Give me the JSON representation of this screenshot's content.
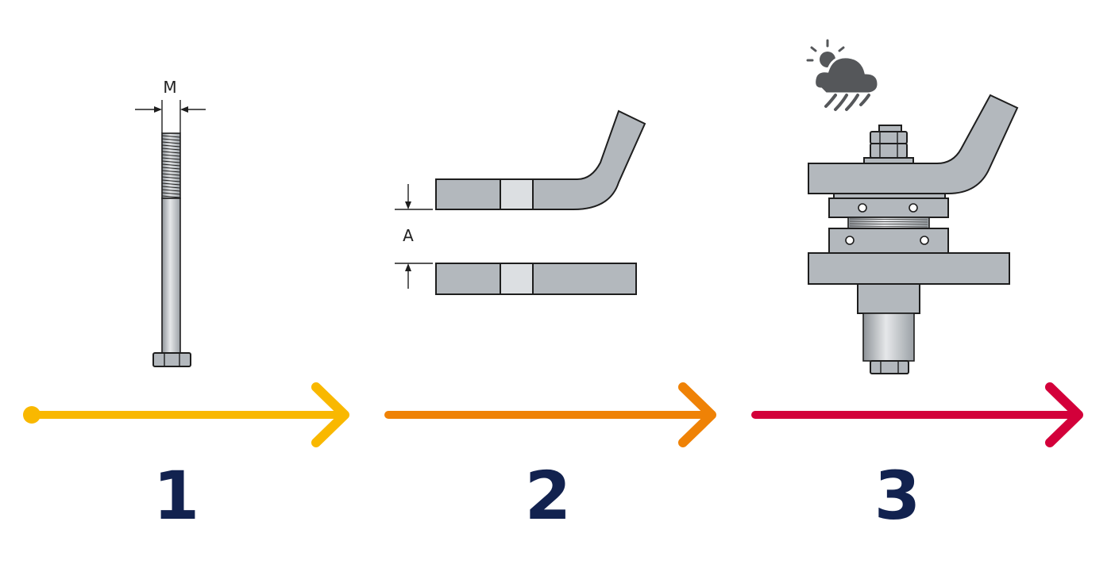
{
  "steps": [
    {
      "number": "1",
      "dimension_label": "M",
      "illustration": "hex-bolt"
    },
    {
      "number": "2",
      "dimension_label": "A",
      "illustration": "busbar-gap"
    },
    {
      "number": "3",
      "illustration": "bolted-assembly"
    }
  ],
  "colors": {
    "step1_arrow": "#f9b800",
    "step2_arrow": "#ef8206",
    "step3_arrow": "#d3003a",
    "step_number": "#12224f",
    "metal": "#b3b8bd",
    "metal_light": "#dcdfe2",
    "weather_icon": "#55575a"
  },
  "icons": [
    "weather-sun-cloud-rain-icon"
  ]
}
